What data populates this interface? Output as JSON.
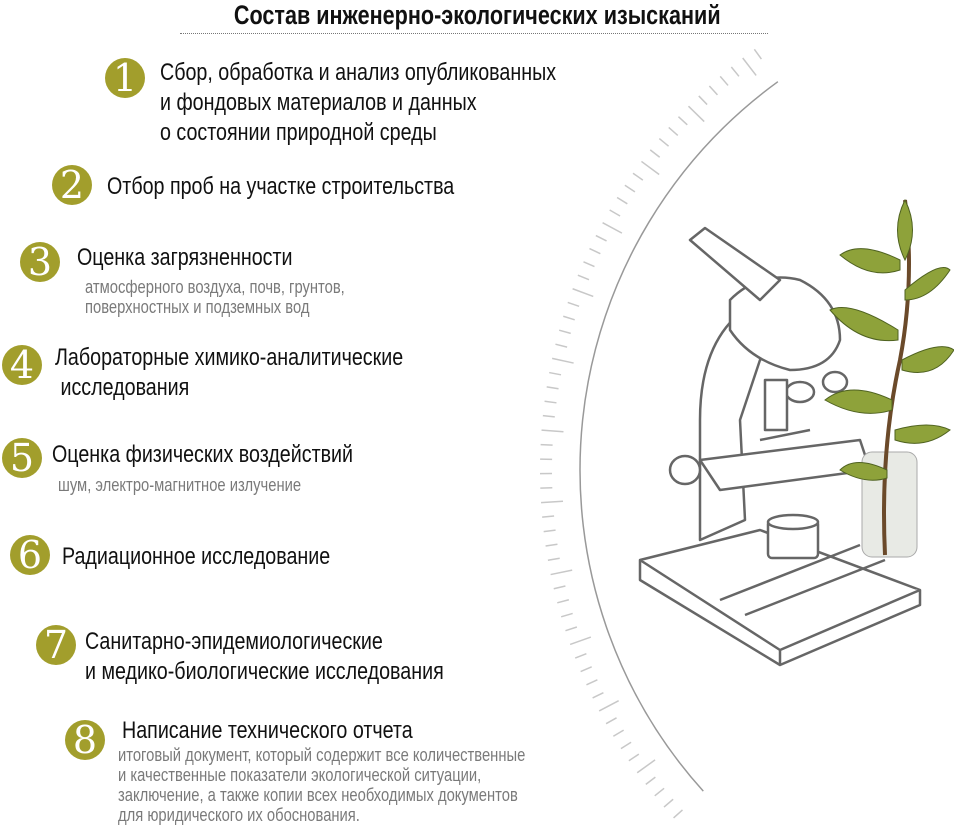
{
  "title": "Состав инженерно-экологических изысканий",
  "accent_color": "#a29e2c",
  "items": [
    {
      "num": "1",
      "lines": [
        "Сбор, обработка и анализ опубликованных",
        "и фондовых материалов и данных",
        "о состоянии природной среды"
      ]
    },
    {
      "num": "2",
      "lines": [
        "Отбор проб на участке строительства"
      ]
    },
    {
      "num": "3",
      "lines": [
        "Оценка загрязненности"
      ],
      "sub": [
        "атмосферного воздуха, почв, грунтов,",
        "поверхностных и подземных вод"
      ]
    },
    {
      "num": "4",
      "lines": [
        "Лабораторные химико-аналитические",
        " исследования"
      ]
    },
    {
      "num": "5",
      "lines": [
        "Оценка физических воздействий"
      ],
      "sub": [
        "шум, электро-магнитное излучение"
      ]
    },
    {
      "num": "6",
      "lines": [
        "Радиационное исследование"
      ]
    },
    {
      "num": "7",
      "lines": [
        "Санитарно-эпидемиологические",
        "и медико-биологические исследования"
      ]
    },
    {
      "num": "8",
      "lines": [
        "Написание технического отчета"
      ],
      "sub": [
        "итоговый документ, который содержит все количественные",
        "и качественные показатели экологической ситуации,",
        "заключение, а также копии всех необходимых документов",
        "для юридического их обоснования."
      ]
    }
  ]
}
